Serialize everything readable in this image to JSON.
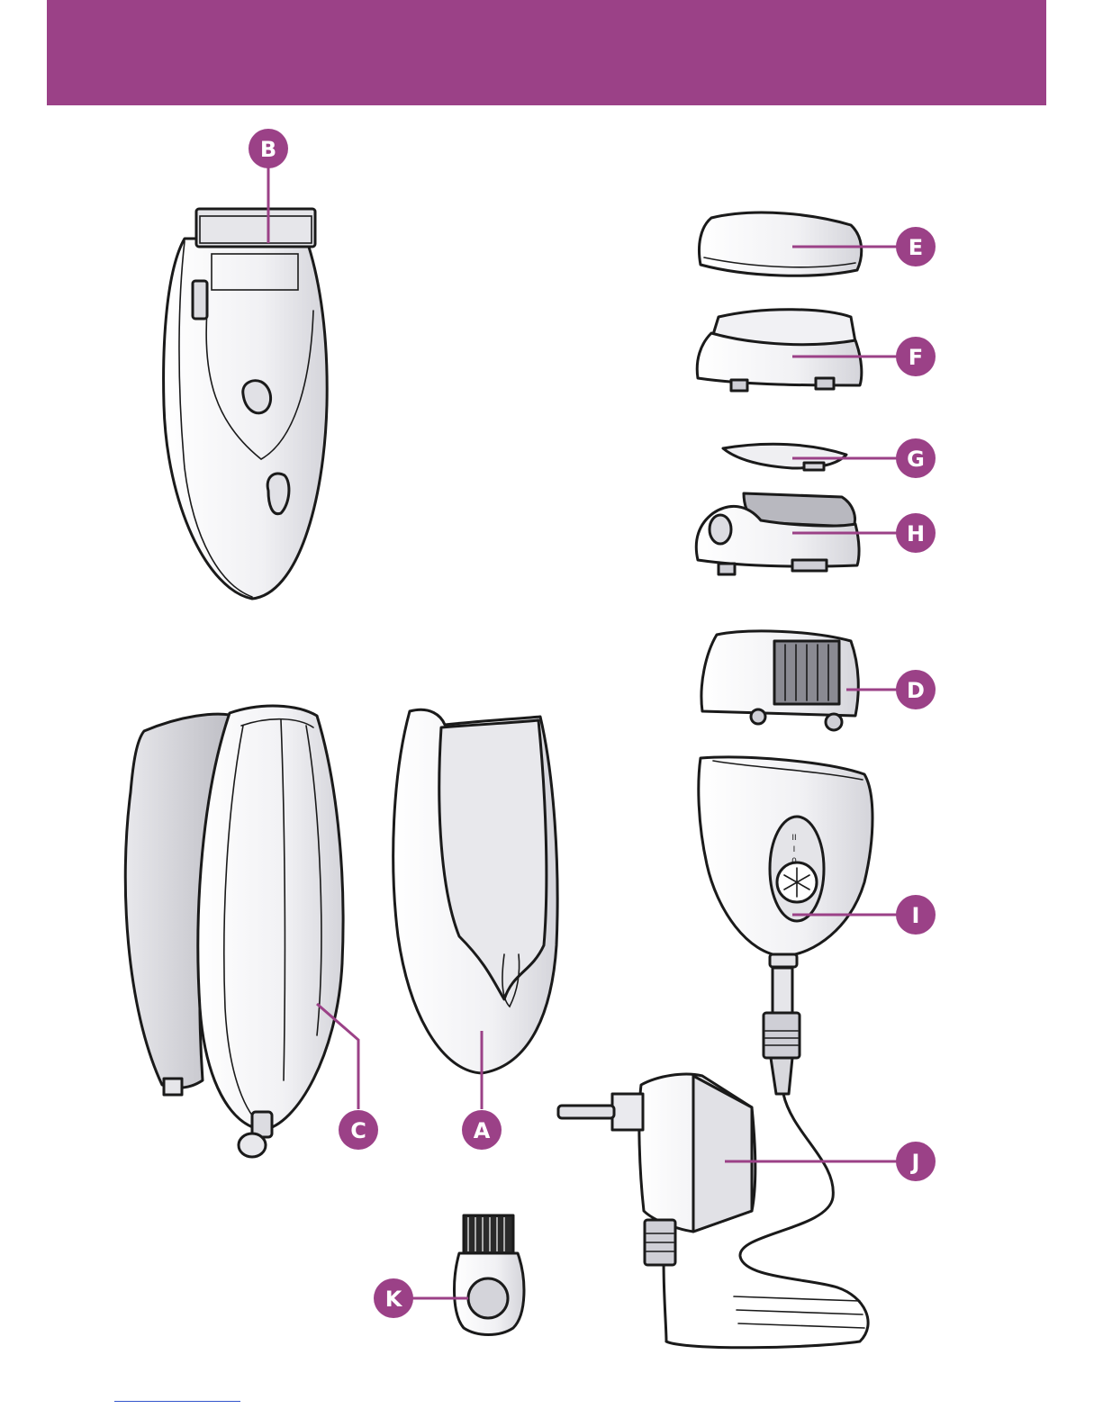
{
  "colors": {
    "brand": "#9b4187",
    "outline": "#1a1a1a",
    "body_fill": "#f4f4f6",
    "shade": "#d8d8de",
    "link_rule": "#3355cc"
  },
  "callouts": {
    "A": "A",
    "B": "B",
    "C": "C",
    "D": "D",
    "E": "E",
    "F": "F",
    "G": "G",
    "H": "H",
    "I": "I",
    "J": "J",
    "K": "K"
  },
  "switch_marks": {
    "top": "II",
    "mid": "I",
    "bottom": "0"
  },
  "icons": {
    "switch_icon": "snowflake-icon"
  }
}
